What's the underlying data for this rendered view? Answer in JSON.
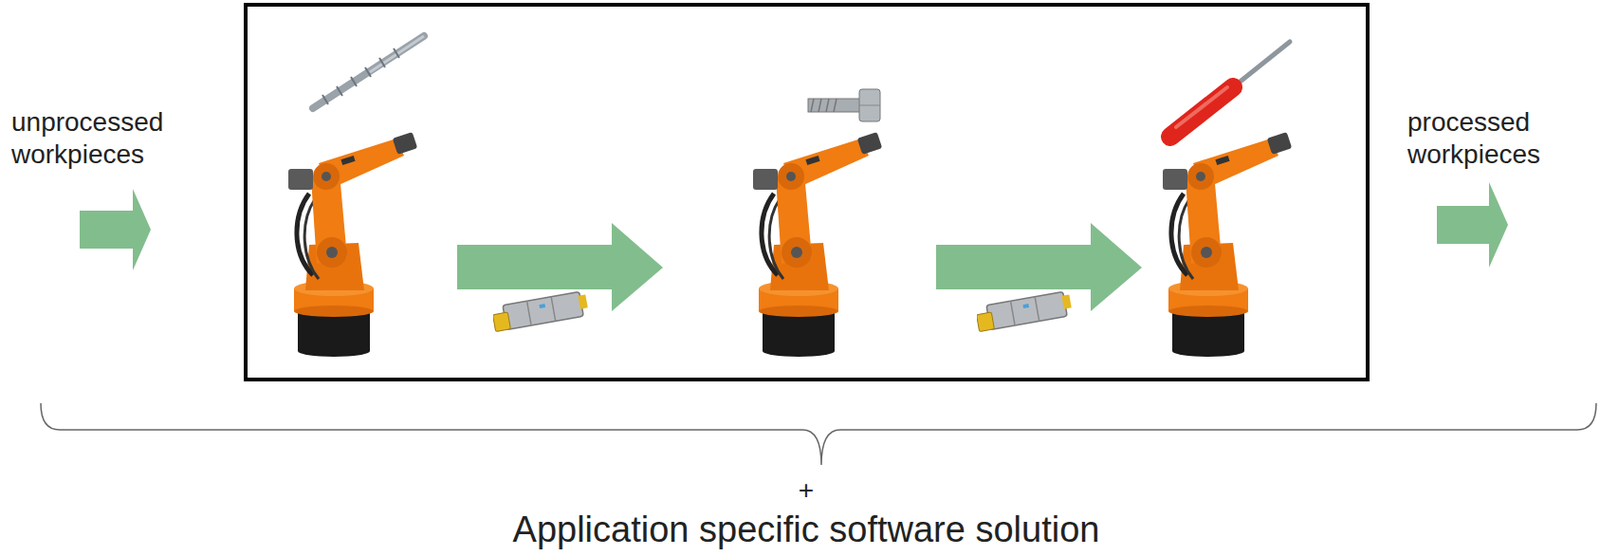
{
  "diagram": {
    "labels": [
      "unprocessed workpieces",
      "processed workpieces",
      "+",
      "Application specific software solution"
    ]
  }
}
